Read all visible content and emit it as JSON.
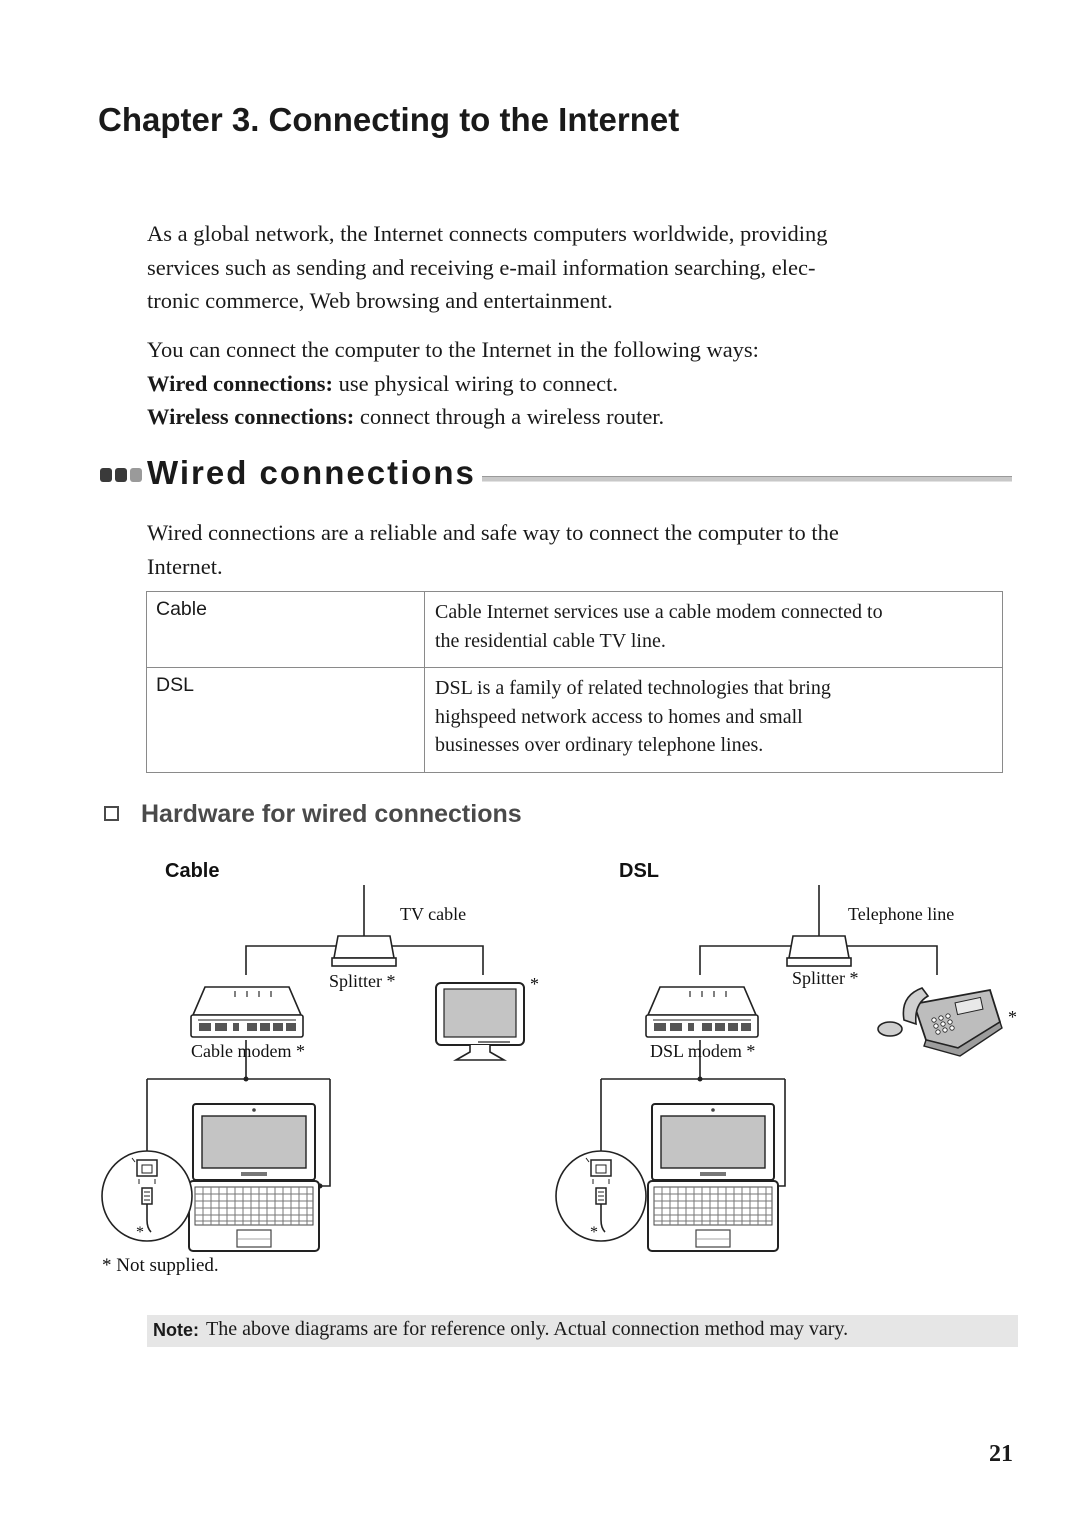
{
  "chapter": {
    "title": "Chapter 3. Connecting to the Internet"
  },
  "intro": {
    "paragraph1_lines": [
      "As a global network, the Internet connects computers worldwide, providing",
      "services such as sending and receiving e-mail information searching, elec-",
      "tronic commerce, Web browsing and entertainment."
    ],
    "paragraph2": "You can connect the computer to the Internet in the following ways:",
    "wired": {
      "label": "Wired connections:",
      "text": " use physical wiring to connect."
    },
    "wireless": {
      "label": "Wireless connections:",
      "text": " connect through a wireless router."
    }
  },
  "section": {
    "title": "Wired connections",
    "intro_lines": [
      "Wired connections are a reliable and safe way to connect the computer to the",
      "Internet."
    ]
  },
  "table": {
    "rows": [
      {
        "type": "Cable",
        "desc_lines": [
          "Cable Internet services use a cable modem connected to",
          "the residential cable TV line."
        ]
      },
      {
        "type": "DSL",
        "desc_lines": [
          "DSL is a family of related technologies that bring",
          "highspeed network access to homes and small",
          "businesses over ordinary telephone lines."
        ]
      }
    ]
  },
  "hardware": {
    "heading": "Hardware for wired connections",
    "cable": {
      "title": "Cable",
      "tv_cable": "TV cable",
      "splitter": "Splitter *",
      "monitor_star": "*",
      "modem": "Cable modem *",
      "jack_star": "*"
    },
    "dsl": {
      "title": "DSL",
      "telephone_line": "Telephone line",
      "splitter": "Splitter *",
      "phone_star": "*",
      "modem": "DSL modem *",
      "jack_star": "*"
    },
    "footnote": "* Not supplied."
  },
  "note": {
    "label": "Note:",
    "text": "The above diagrams are for reference only. Actual connection method may vary."
  },
  "page_number": "21",
  "colors": {
    "text": "#1a1a1a",
    "bullet_dark": "#3a3a3a",
    "bullet_light": "#9a9a9a",
    "note_background": "#e6e6e6",
    "screen_fill": "#c4c4c4"
  }
}
